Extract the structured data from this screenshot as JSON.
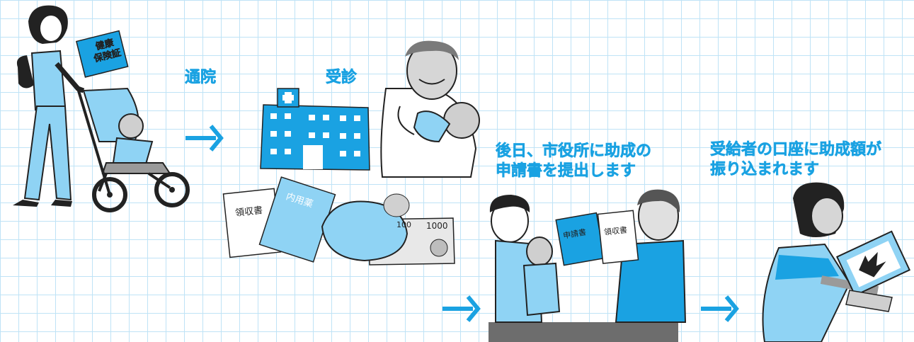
{
  "steps": {
    "visit": "通院",
    "consult": "受診",
    "submit_line1": "後日、市役所に助成の",
    "submit_line2": "申請書を提出します",
    "receive_line1": "受給者の口座に助成額が",
    "receive_line2": "振り込まれます"
  },
  "items": {
    "insurance_card": "健康\n保険証",
    "insurance_card_line1": "健康",
    "insurance_card_line2": "保険証",
    "receipt": "領収書",
    "medicine_bag": "内用薬",
    "application_form": "申請書",
    "receipt_2": "領収書",
    "coin_value": "100",
    "bill_value": "1000"
  },
  "colors": {
    "accent": "#1aa2e2",
    "light_blue": "#8fd3f4",
    "grid": "#bfe3f6",
    "gray": "#9a9a9a",
    "dark": "#222222"
  }
}
